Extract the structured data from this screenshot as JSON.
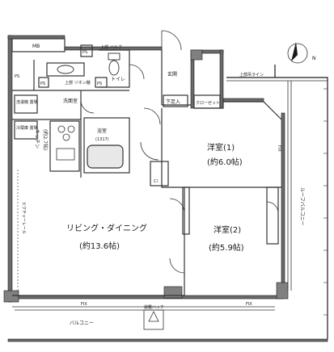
{
  "labels": {
    "mb": "MB",
    "ps_1": "PS",
    "ps_2": "PS",
    "ps_3": "PS",
    "ps_4": "PS",
    "upper_valve_1": "上部\nバルブ",
    "upper_valve_2": "上部\nリネン棚",
    "toilet": "トイレ",
    "entrance": "玄関",
    "shoe_box": "下足入",
    "closet_1": "クローゼット",
    "washroom": "洗面室",
    "laundry": "洗濯機\n置場",
    "fridge": "冷蔵庫\n置場",
    "kitchen": "キッチン",
    "kitchen_size": "(約2.7帖)",
    "bath": "浴室",
    "bath_size": "(1317)",
    "western1": "洋室(1)",
    "western1_size": "(約6.0帖)",
    "western2": "洋室(2)",
    "western2_size": "(約5.9帖)",
    "living": "リビング・ダイニング",
    "living_size": "(約13.6帖)",
    "roof_balcony": "ルーフバルコニー",
    "balcony": "バルコニー",
    "hatch": "避難ハッチ",
    "fix_1": "FIX",
    "fix_2": "FIX",
    "fix_3": "FIX",
    "picture_rail": "ピクチャーレール",
    "upper_hanging_line": "上部吊ライン",
    "cl": "Cl",
    "north": "N"
  },
  "colors": {
    "wall": "#1a1a1a",
    "wall_fill": "#6b6b6b",
    "line": "#333333",
    "bath_fill": "#e8e8e8",
    "pillar": "#808080"
  }
}
